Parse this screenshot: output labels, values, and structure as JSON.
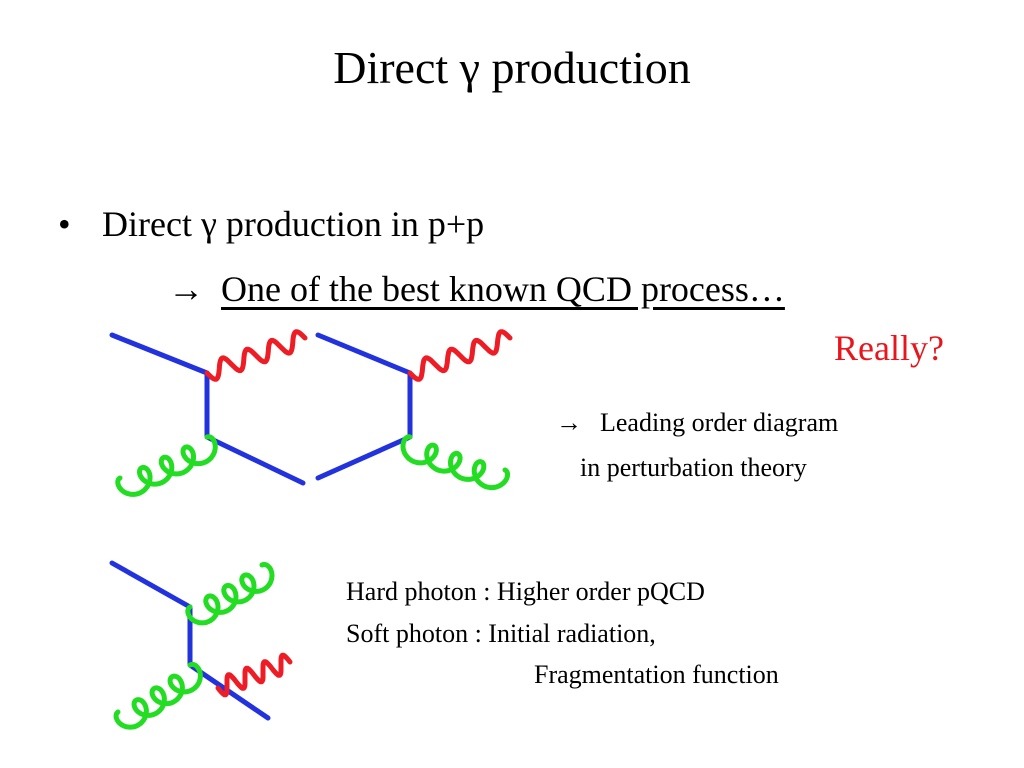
{
  "title": {
    "prefix": "Direct ",
    "symbol": "γ",
    "suffix": " production"
  },
  "bullet": {
    "marker": "•",
    "prefix": "Direct ",
    "symbol": "γ",
    "suffix": " production in p+p"
  },
  "sub_point": {
    "arrow": "→",
    "text": "One of the best known QCD process…"
  },
  "question": "Really?",
  "leading_order_note": {
    "arrow": "→",
    "line1": "Leading order diagram",
    "line2": "in perturbation theory"
  },
  "higher_order_note": {
    "hard": "Hard photon : Higher order pQCD",
    "soft": "Soft photon : Initial radiation,",
    "soft_cont": "Fragmentation function"
  },
  "colors": {
    "quark": "#2233dd",
    "photon": "#ee1c24",
    "gluon": "#22dd22",
    "question": "#e8161c"
  }
}
